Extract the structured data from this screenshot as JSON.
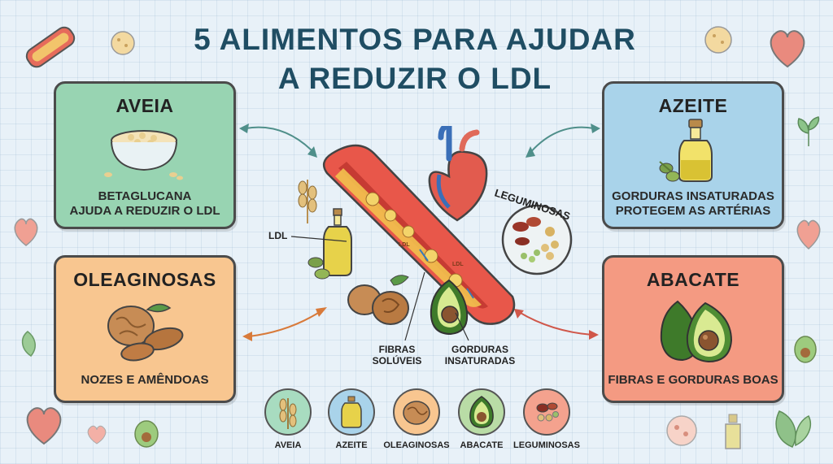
{
  "title_line1": "5 ALIMENTOS PARA AJUDAR",
  "title_line2": "A REDUZIR O LDL",
  "cards": {
    "aveia": {
      "title": "AVEIA",
      "line1": "BETAGLUCANA",
      "line2": "AJUDA A REDUZIR O LDL",
      "color": "#98d4b2"
    },
    "azeite": {
      "title": "AZEITE",
      "line1": "GORDURAS INSATURADAS",
      "line2": "PROTEGEM AS ARTÉRIAS",
      "color": "#a9d3ea"
    },
    "oleaginosas": {
      "title": "OLEAGINOSAS",
      "line1": "NOZES E AMÊNDOAS",
      "color": "#f8c690"
    },
    "abacate": {
      "title": "ABACATE",
      "line1": "FIBRAS E GORDURAS BOAS",
      "color": "#f49a82"
    }
  },
  "center": {
    "ldl_label": "LDL",
    "leguminosas_label": "LEGUMINOSAS",
    "fibras_line1": "FIBRAS",
    "fibras_line2": "SOLÚVEIS",
    "gorduras_line1": "GORDURAS",
    "gorduras_line2": "INSATURADAS",
    "particle_text": "LDL"
  },
  "icon_row": [
    {
      "label": "AVEIA",
      "icon": "oat-icon",
      "color": "#a8dcc0"
    },
    {
      "label": "AZEITE",
      "icon": "olive-oil-icon",
      "color": "#a9d3ea"
    },
    {
      "label": "OLEAGINOSAS",
      "icon": "walnut-icon",
      "color": "#f8c690"
    },
    {
      "label": "ABACATE",
      "icon": "avocado-icon",
      "color": "#b9dca6"
    },
    {
      "label": "LEGUMINOSAS",
      "icon": "beans-icon",
      "color": "#f4a28e"
    }
  ]
}
